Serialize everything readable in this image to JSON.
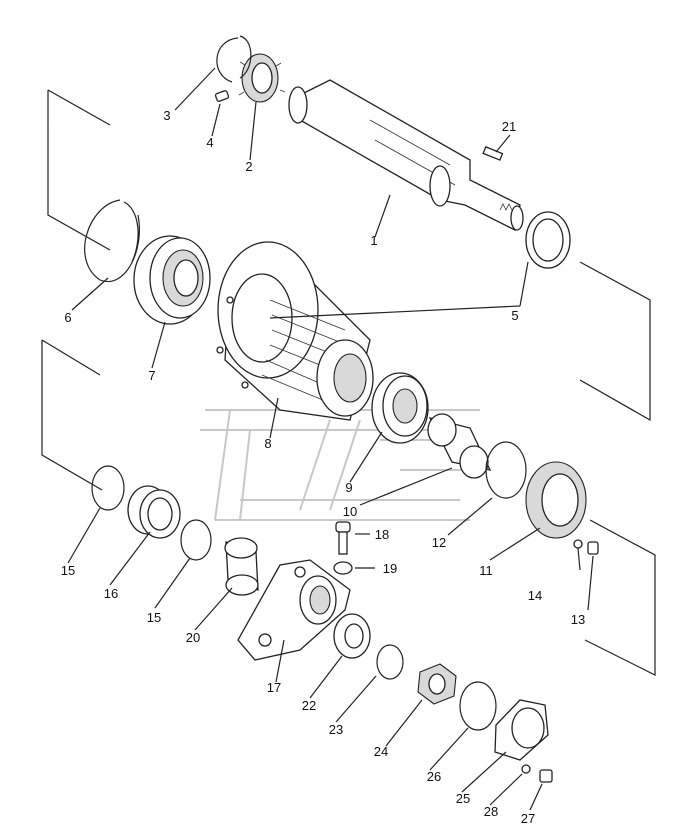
{
  "parts": [
    {
      "id": "p1",
      "label": "1"
    },
    {
      "id": "p2",
      "label": "2"
    },
    {
      "id": "p3",
      "label": "3"
    },
    {
      "id": "p4",
      "label": "4"
    },
    {
      "id": "p5",
      "label": "5"
    },
    {
      "id": "p6",
      "label": "6"
    },
    {
      "id": "p7",
      "label": "7"
    },
    {
      "id": "p8",
      "label": "8"
    },
    {
      "id": "p9",
      "label": "9"
    },
    {
      "id": "p10",
      "label": "10"
    },
    {
      "id": "p11",
      "label": "11"
    },
    {
      "id": "p12",
      "label": "12"
    },
    {
      "id": "p13",
      "label": "13"
    },
    {
      "id": "p14",
      "label": "14"
    },
    {
      "id": "p15a",
      "label": "15"
    },
    {
      "id": "p15b",
      "label": "15"
    },
    {
      "id": "p16",
      "label": "16"
    },
    {
      "id": "p17",
      "label": "17"
    },
    {
      "id": "p18",
      "label": "18"
    },
    {
      "id": "p19",
      "label": "19"
    },
    {
      "id": "p20",
      "label": "20"
    },
    {
      "id": "p21",
      "label": "21"
    },
    {
      "id": "p22",
      "label": "22"
    },
    {
      "id": "p23",
      "label": "23"
    },
    {
      "id": "p24",
      "label": "24"
    },
    {
      "id": "p25",
      "label": "25"
    },
    {
      "id": "p26",
      "label": "26"
    },
    {
      "id": "p27",
      "label": "27"
    },
    {
      "id": "p28",
      "label": "28"
    }
  ],
  "colors": {
    "line": "#222222",
    "background": "#ffffff",
    "watermark": "#c8c8c8"
  }
}
